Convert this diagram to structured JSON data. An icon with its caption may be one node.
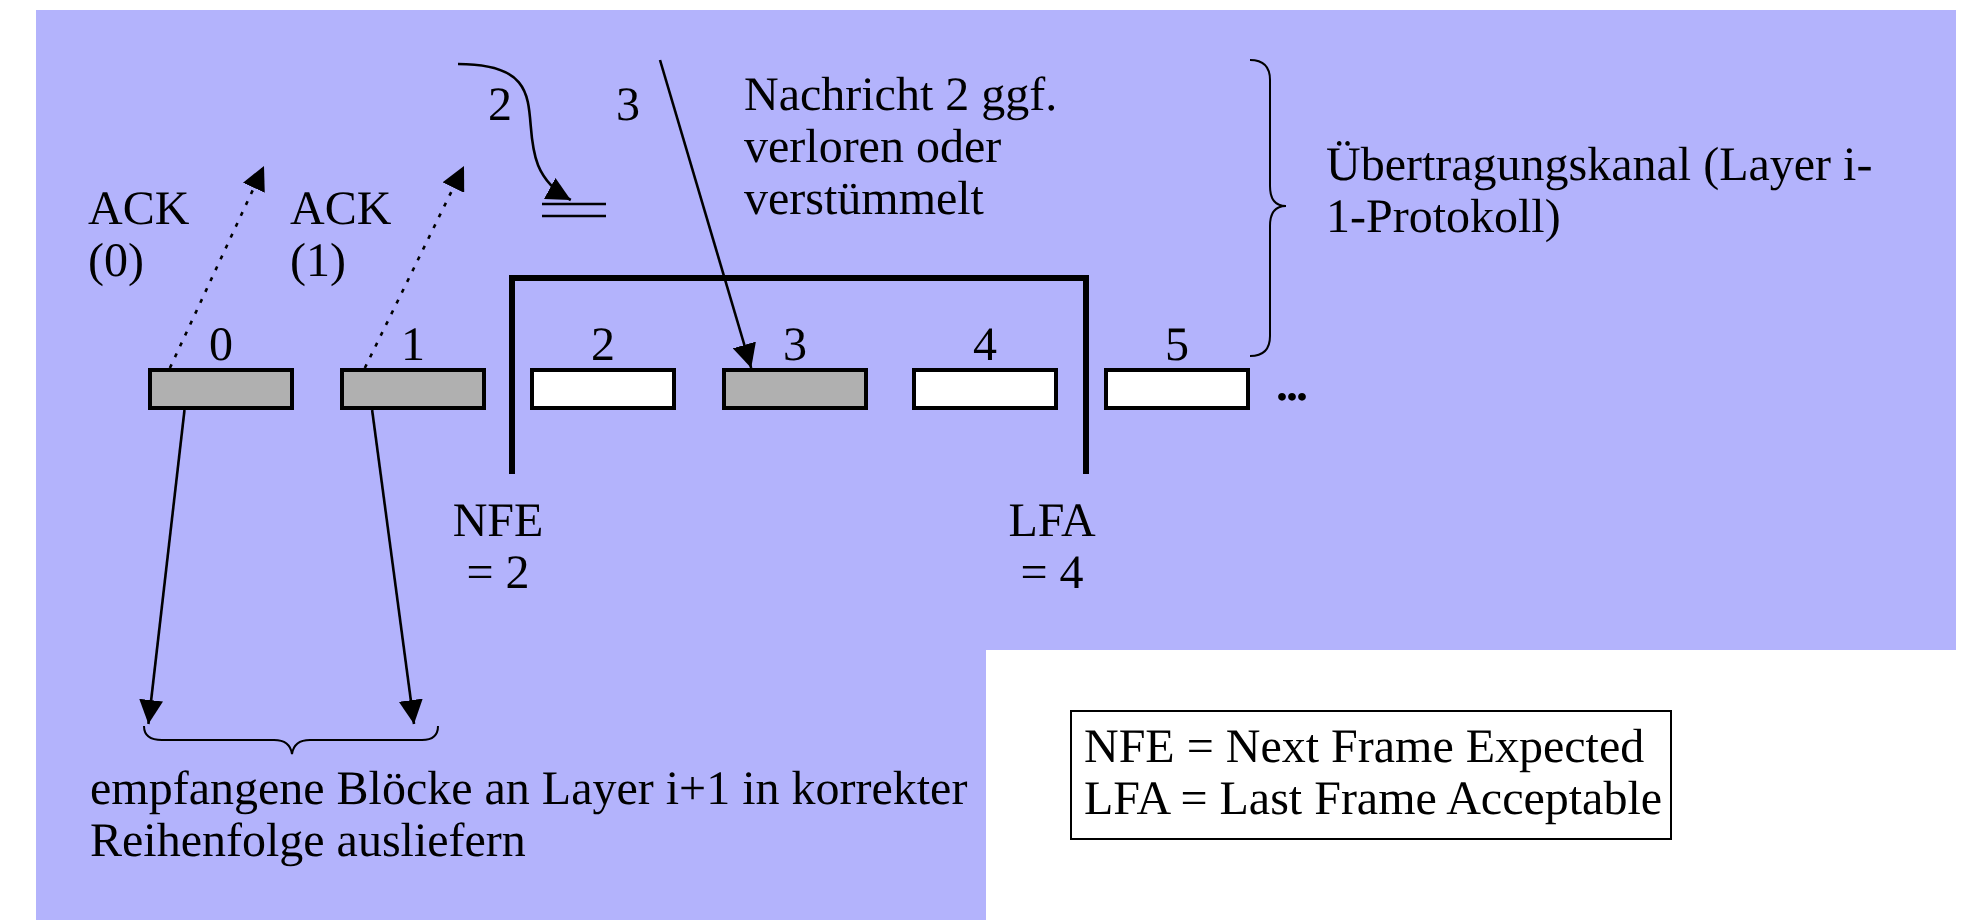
{
  "diagram": {
    "nodes": [
      {
        "text": [
          "0"
        ]
      },
      {
        "text": [
          "1"
        ]
      },
      {
        "text": [
          "2"
        ]
      },
      {
        "text": [
          "3"
        ]
      },
      {
        "text": [
          "4"
        ]
      },
      {
        "text": [
          "5"
        ]
      },
      {
        "text": [],
        "shape": "bar"
      },
      {
        "text": [
          "empfangene Blöcke an Layer i+1 in korrekter Reihenfolge ausliefern"
        ]
      }
    ],
    "edges": [
      {
        "from": 0,
        "to": null,
        "arrow": "to",
        "style": "dashed",
        "label": "ACK (0)"
      },
      {
        "from": 1,
        "to": null,
        "arrow": "to",
        "style": "dashed",
        "label": "ACK (1)"
      },
      {
        "from": null,
        "to": 6,
        "arrow": "to",
        "label": "2"
      },
      {
        "from": null,
        "to": 3,
        "arrow": "to",
        "label": "3"
      },
      {
        "from": 0,
        "to": 7,
        "arrow": "to"
      },
      {
        "from": 1,
        "to": 7,
        "arrow": "to"
      }
    ],
    "labels": [
      "Nachricht 2 ggf. verloren oder verstümmelt",
      "Übertragungskanal (Layer i-1-Protokoll)",
      "...",
      "NFE = 2",
      "LFA = 4",
      "NFE = Next Frame Expected",
      "LFA = Last Frame Acceptable"
    ]
  }
}
